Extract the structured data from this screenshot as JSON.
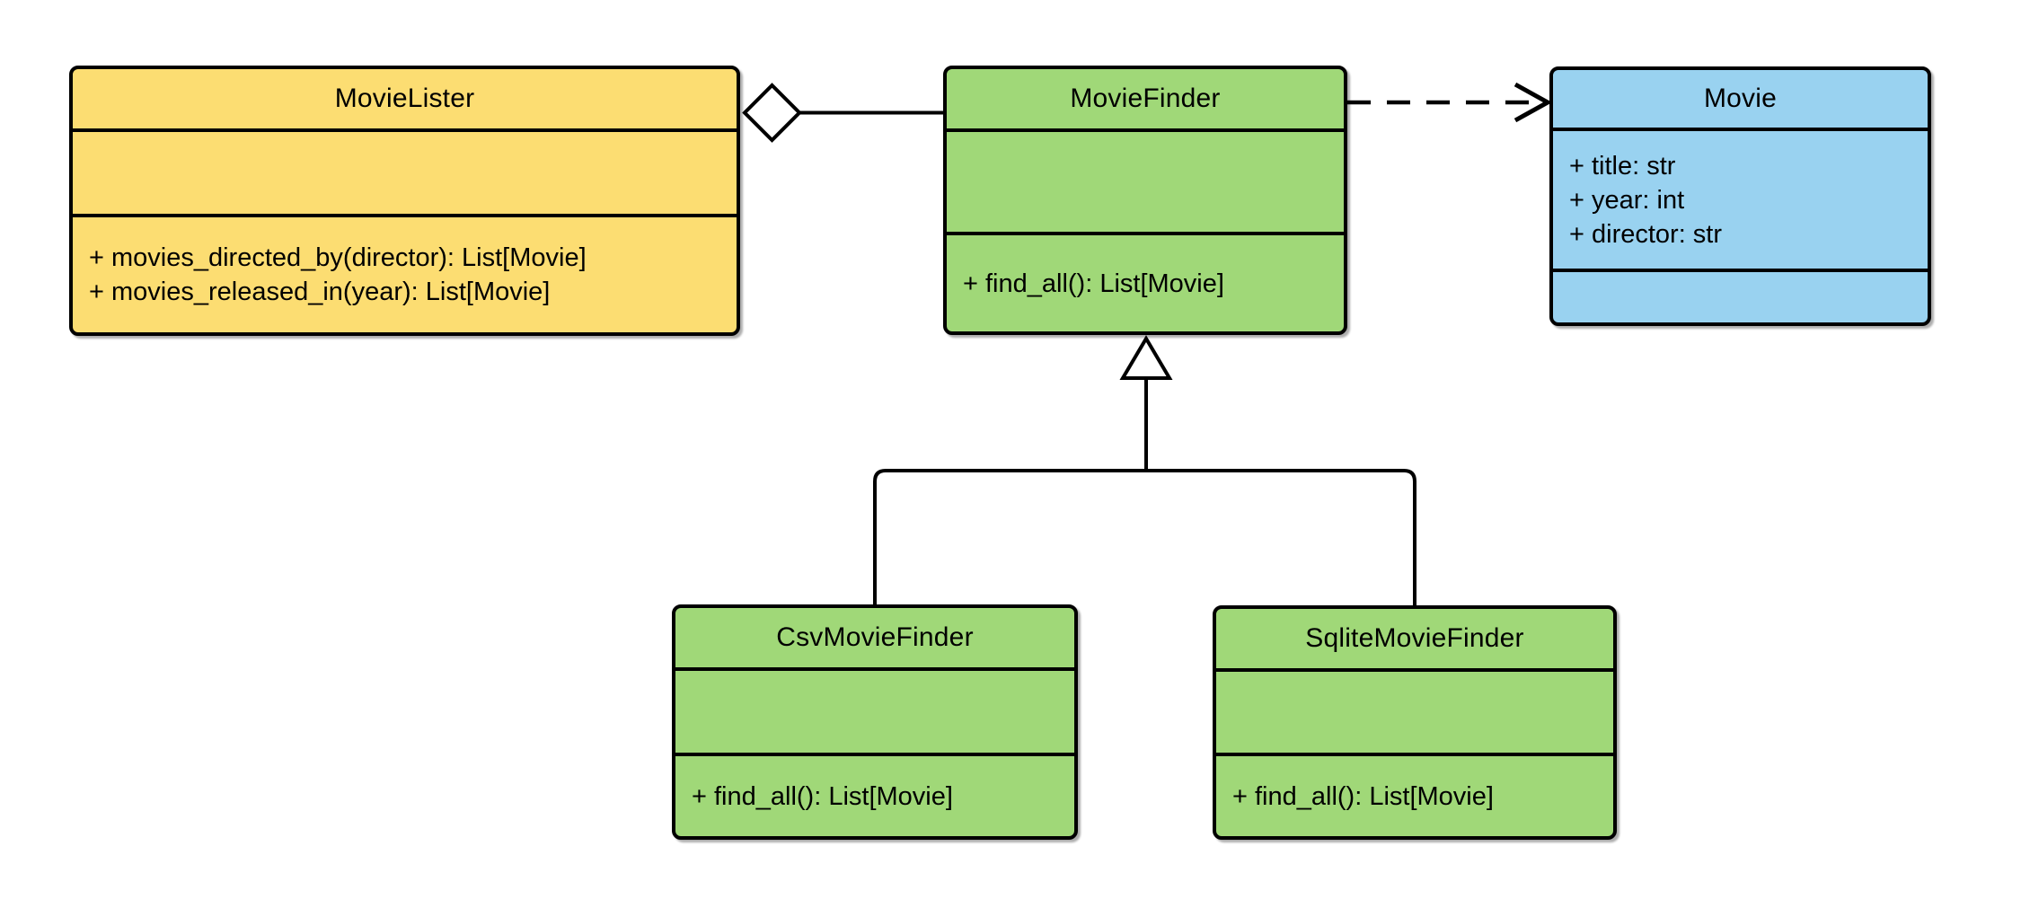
{
  "diagram": {
    "type": "uml-class-diagram",
    "background": "#ffffff",
    "stroke_color": "#000000",
    "text_color": "#000000",
    "classes": [
      {
        "name": "MovieLister",
        "fill": "#fcdd72",
        "attributes": [],
        "methods": [
          "+ movies_directed_by(director): List[Movie]",
          "+ movies_released_in(year): List[Movie]"
        ]
      },
      {
        "name": "MovieFinder",
        "fill": "#a0d878",
        "attributes": [],
        "methods": [
          "+ find_all(): List[Movie]"
        ]
      },
      {
        "name": "Movie",
        "fill": "#99d2f0",
        "attributes": [
          "+ title: str",
          "+ year: int",
          "+ director: str"
        ],
        "methods": []
      },
      {
        "name": "CsvMovieFinder",
        "fill": "#a0d878",
        "attributes": [],
        "methods": [
          "+ find_all(): List[Movie]"
        ]
      },
      {
        "name": "SqliteMovieFinder",
        "fill": "#a0d878",
        "attributes": [],
        "methods": [
          "+ find_all(): List[Movie]"
        ]
      }
    ],
    "relationships": [
      {
        "from": "MovieLister",
        "to": "MovieFinder",
        "type": "aggregation",
        "line": "solid",
        "marker": "open-diamond-at-source"
      },
      {
        "from": "MovieFinder",
        "to": "Movie",
        "type": "dependency",
        "line": "dashed",
        "marker": "open-arrow-at-target"
      },
      {
        "from": "CsvMovieFinder",
        "to": "MovieFinder",
        "type": "inheritance",
        "line": "solid",
        "marker": "hollow-triangle-at-target"
      },
      {
        "from": "SqliteMovieFinder",
        "to": "MovieFinder",
        "type": "inheritance",
        "line": "solid",
        "marker": "hollow-triangle-at-target"
      }
    ]
  }
}
